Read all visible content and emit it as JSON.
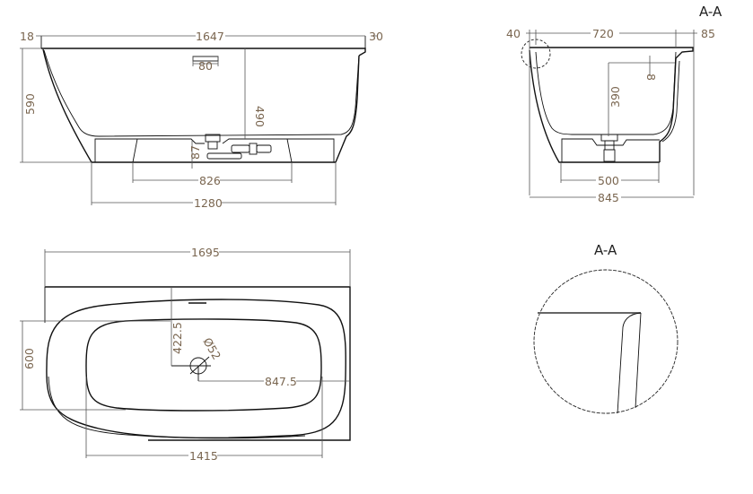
{
  "side_view": {
    "dims": {
      "lip_left": "18",
      "overall_length": "1647",
      "lip_right": "30",
      "overflow_width": "80",
      "height": "590",
      "depth": "490",
      "drain_height": "87",
      "feet_span": "826",
      "base_length": "1280"
    }
  },
  "section_view": {
    "title": "A-A",
    "dims": {
      "wall": "40",
      "inner_width": "720",
      "rim": "85",
      "overflow_offset": "8",
      "depth": "390",
      "base_width": "500",
      "overall_width": "845"
    }
  },
  "plan_view": {
    "dims": {
      "overall_length": "1695",
      "width": "600",
      "drain_from_wall": "422.5",
      "drain_diameter": "Ø52",
      "drain_from_end": "847.5",
      "inner_length": "1415"
    }
  },
  "detail_view": {
    "title": "A-A"
  }
}
